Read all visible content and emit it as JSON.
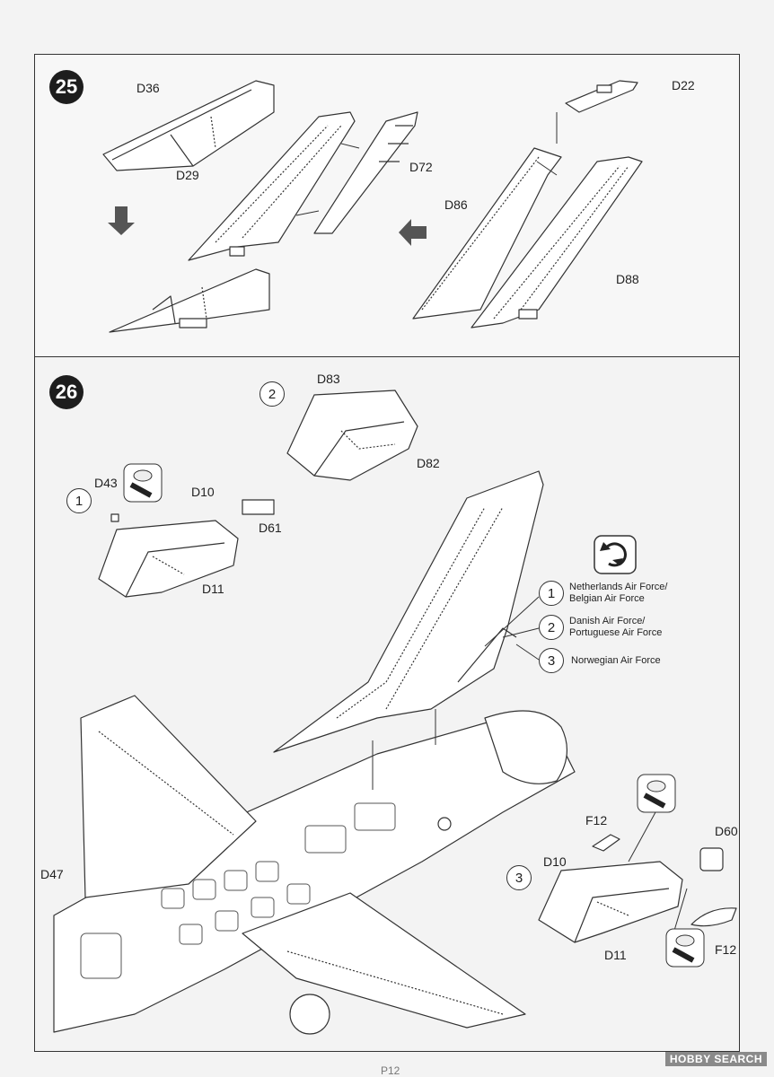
{
  "steps": [
    {
      "number": "25",
      "labels": [
        "D36",
        "D29",
        "D72",
        "D22",
        "D86",
        "D88"
      ]
    },
    {
      "number": "26",
      "labels": [
        "D83",
        "D82",
        "D43",
        "D10",
        "D61",
        "D11",
        "D47",
        "F12",
        "D60",
        "D10",
        "D11",
        "F12"
      ],
      "variants": [
        {
          "num": "1",
          "text": "Netherlands Air Force/\nBelgian Air Force"
        },
        {
          "num": "2",
          "text": "Danish Air Force/\nPortuguese Air Force"
        },
        {
          "num": "3",
          "text": "Norwegian Air Force"
        }
      ],
      "callouts": [
        "1",
        "2",
        "3"
      ]
    }
  ],
  "footer": {
    "page": "P12",
    "watermark": "HOBBY SEARCH"
  },
  "icons": [
    "glue-icon",
    "flip-over-icon",
    "assembly-arrow-icon"
  ]
}
